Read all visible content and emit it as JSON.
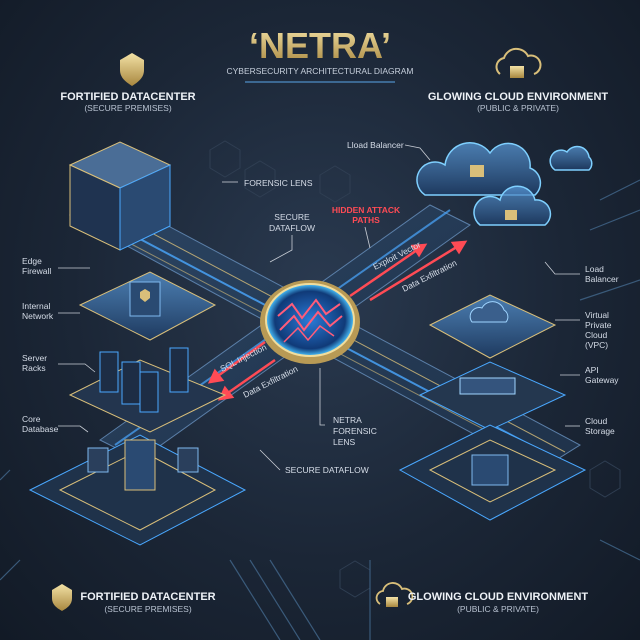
{
  "title": "‘NETRA’",
  "subtitle": "CYBERSECURITY ARCHITECTURAL DIAGRAM",
  "colors": {
    "background": "#1b2636",
    "gold": "#d9bf7a",
    "glow_blue": "#4aa8ff",
    "attack_red": "#ff4b55"
  },
  "header": {
    "left": {
      "icon": "shield-icon",
      "title": "FORTIFIED DATACENTER",
      "subtitle": "(SECURE PREMISES)"
    },
    "right": {
      "icon": "cloud-lock-icon",
      "title": "GLOWING CLOUD ENVIRONMENT",
      "subtitle": "(PUBLIC & PRIVATE)"
    }
  },
  "footer": {
    "left": {
      "icon": "shield-icon",
      "title": "FORTIFIED DATACENTER",
      "subtitle": "(SECURE PREMISES)"
    },
    "right": {
      "icon": "cloud-lock-icon",
      "title": "GLOWING CLOUD ENVIRONMENT",
      "subtitle": "(PUBLIC & PRIVATE)"
    }
  },
  "labels": {
    "load_balancer_top": "Lload Balancer",
    "forensic_lens": "FORENSIC LENS",
    "secure_dataflow_top": [
      "SECURE",
      "DATAFLOW"
    ],
    "hidden_attack_paths": [
      "HIDDEN ATTACK",
      "PATHS"
    ],
    "exploit_vector": "Exploit Vector",
    "data_exfiltration_right": "Data Exfiltration",
    "load_balancer_right": [
      "Load",
      "Balancer"
    ],
    "vpc": [
      "Virtual",
      "Private",
      "Cloud",
      "(VPC)"
    ],
    "api_gateway": [
      "API",
      "Gateway"
    ],
    "cloud_storage": [
      "Cloud",
      "Storage"
    ],
    "edge_firewall": [
      "Edge",
      "Firewall"
    ],
    "internal_network": [
      "Internal",
      "Network"
    ],
    "server_racks": [
      "Server",
      "Racks"
    ],
    "core_database": [
      "Core",
      "Database"
    ],
    "sql_injection": "SQL Injection",
    "data_exfiltration_left": "Data Exfiltration",
    "netra_forensic_lens": [
      "NETRA",
      "FORENSIC",
      "LENS"
    ],
    "secure_dataflow_bottom": "SECURE DATAFLOW"
  }
}
